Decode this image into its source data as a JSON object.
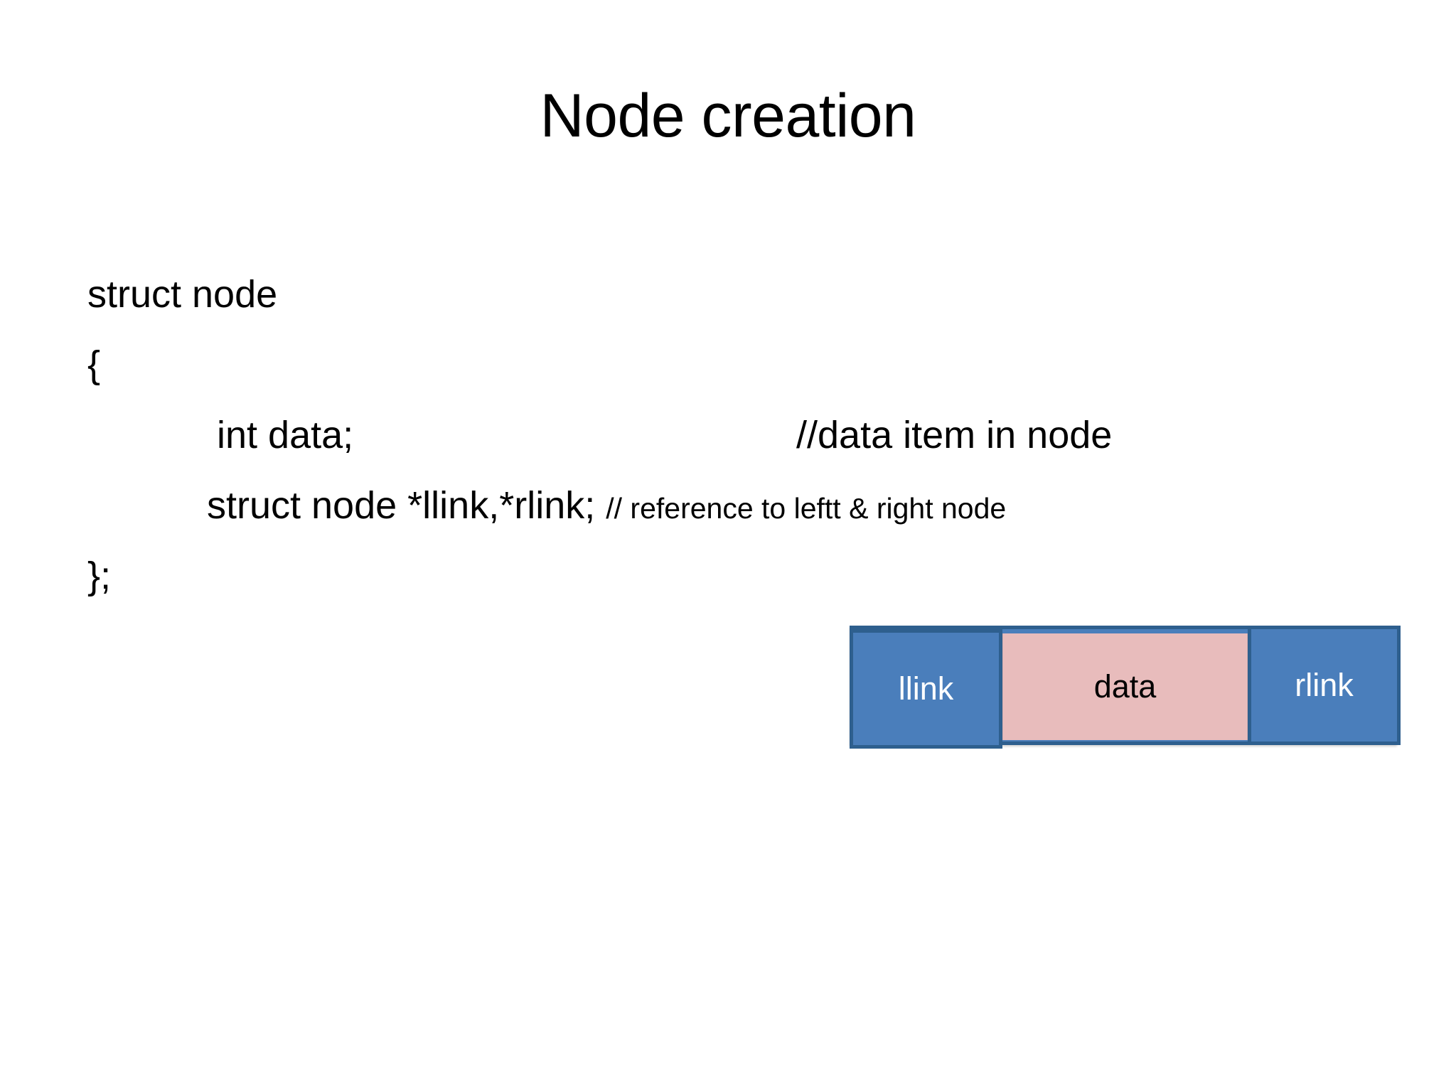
{
  "slide": {
    "title": "Node creation",
    "background_color": "#ffffff"
  },
  "code": {
    "lines": [
      {
        "id": "line-struct-node",
        "text": "struct node",
        "indent": 0,
        "comment": ""
      },
      {
        "id": "line-open-brace",
        "text": "{",
        "indent": 0,
        "comment": ""
      },
      {
        "id": "line-int-data",
        "text": "int data;",
        "indent": 1,
        "comment": "//data item in node"
      },
      {
        "id": "line-links",
        "text": "struct node *llink,*rlink;",
        "indent": 2,
        "comment": "// reference to leftt & right node"
      },
      {
        "id": "line-close-brace",
        "text": "};",
        "indent": 0,
        "comment": ""
      }
    ],
    "line1": "struct node",
    "line2": "{",
    "line3": "int data;",
    "line3_comment": "//data item in node",
    "line4": "struct node *llink,*rlink;",
    "line4_comment": "// reference to leftt & right node",
    "line5": "};"
  },
  "node_diagram": {
    "cells": [
      {
        "label": "llink",
        "fill": "#4a7ebb",
        "text_color": "#ffffff"
      },
      {
        "label": "data",
        "fill": "#e8bcbc",
        "text_color": "#000000"
      },
      {
        "label": "rlink",
        "fill": "#4a7ebb",
        "text_color": "#ffffff"
      }
    ],
    "llink_label": "llink",
    "data_label": "data",
    "rlink_label": "rlink",
    "border_color": "#2e5f8e",
    "blue_fill": "#4a7ebb",
    "pink_fill": "#e8bcbc"
  }
}
